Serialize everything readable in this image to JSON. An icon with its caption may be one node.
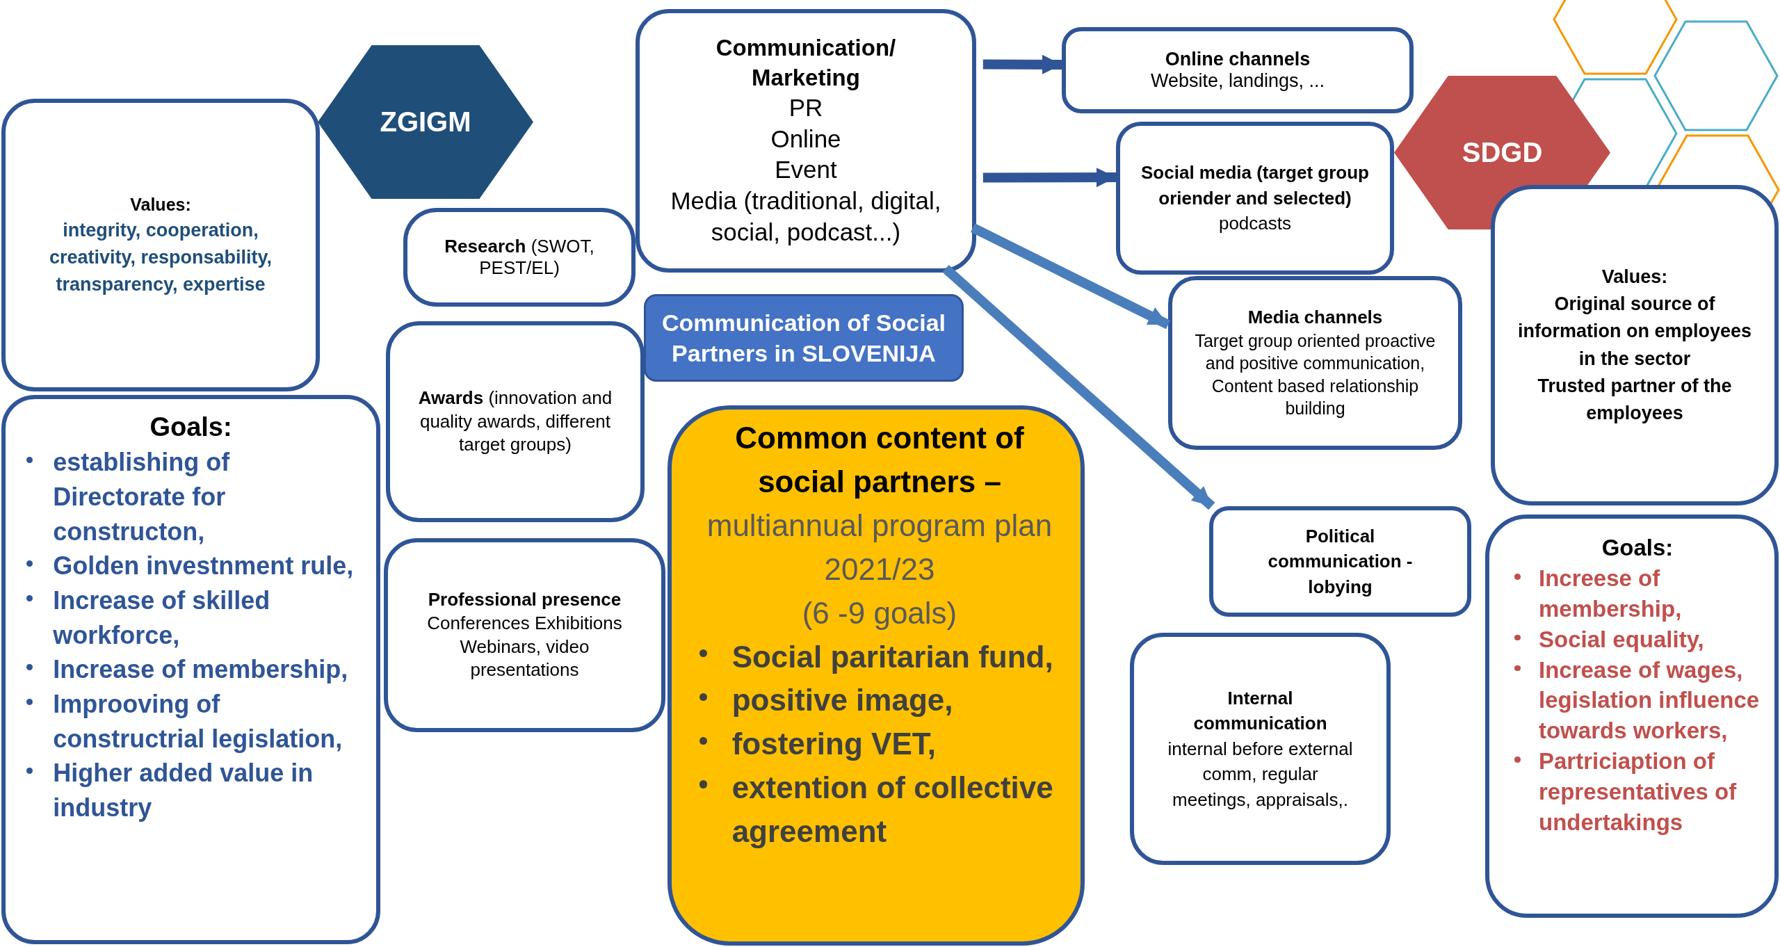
{
  "diagram": {
    "nodes": [
      {
        "text": [
          "ZGIGM"
        ]
      },
      {
        "text": [
          "Values:",
          "integrity, cooperation, creativity, responsability, transparency, expertise"
        ]
      },
      {
        "text": [
          "Goals:",
          "establishing of Directorate for constructon,",
          "Golden investnment rule,",
          "Increase of skilled workforce,",
          "Increase of membership,",
          "Improoving of constructrial legislation,",
          "Higher added value in industry"
        ]
      },
      {
        "text": [
          "**Research** (SWOT, PEST/EL)"
        ]
      },
      {
        "text": [
          "**Awards** (innovation and quality awards, different target groups)"
        ]
      },
      {
        "text": [
          "Professional presence",
          "Conferences Exhibitions Webinars, video presentations"
        ]
      },
      {
        "text": [
          "Communication/ Marketing",
          "PR",
          "Online",
          "Event",
          "Media (traditional, digital, social, podcast...)"
        ]
      },
      {
        "text": [
          "Communication of Social Partners in SLOVENIJA"
        ]
      },
      {
        "text": [
          "**Common content of social partners** –",
          "multiannual program plan 2021/23",
          "(6 -9 goals)",
          "Social paritarian fund,",
          "positive image,",
          "fostering VET,",
          "extention of collective agreement"
        ]
      },
      {
        "text": [
          "Online channels",
          "Website, landings, ..."
        ]
      },
      {
        "text": [
          "Social media (target group oriender and selected)",
          "podcasts"
        ]
      },
      {
        "text": [
          "SDGD"
        ]
      },
      {
        "text": [
          "Media channels",
          "Target group oriented proactive and positive communication,",
          "Content based relationship building"
        ]
      },
      {
        "text": [
          "Political communication - lobying"
        ]
      },
      {
        "text": [
          "Internal communication",
          "internal before external comm, regular meetings, appraisals,."
        ]
      },
      {
        "text": [
          "Values:",
          "Original source of information on employees in the sector",
          "Trusted partner of the employees"
        ]
      },
      {
        "text": [
          "Goals:",
          "Increese of membership,",
          "Social equality,",
          "Increase of wages, legislation influence towards workers,",
          "Partriciaption of representatives of undertakings"
        ]
      }
    ],
    "edges": [
      {
        "from": 6,
        "to": 9,
        "arrow": "to"
      },
      {
        "from": 6,
        "to": 10,
        "arrow": "to"
      },
      {
        "from": 6,
        "to": 12,
        "arrow": "to",
        "color": "#4a7ebb"
      },
      {
        "from": 6,
        "to": 13,
        "arrow": "to",
        "color": "#4a7ebb"
      }
    ]
  }
}
